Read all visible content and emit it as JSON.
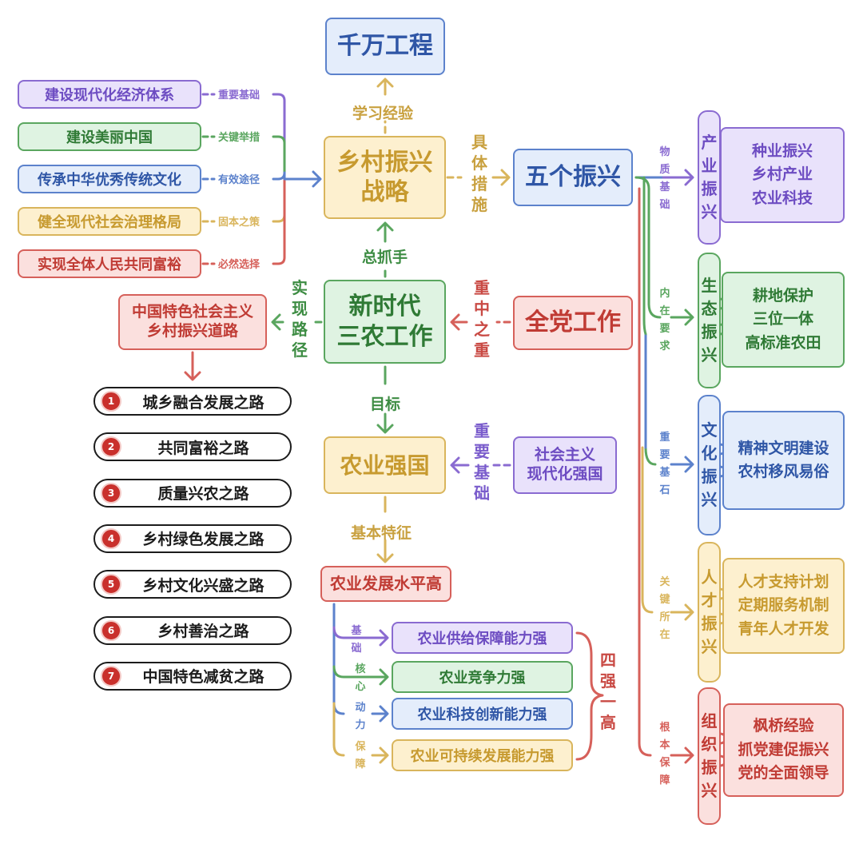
{
  "central": {
    "qianwan": "千万工程",
    "xiangcun": "乡村振兴\n战略",
    "wuge": "五个振兴",
    "xinshidai": "新时代\n三农工作",
    "quandang": "全党工作",
    "nongye_qiangguo": "农业强国",
    "shehui": "社会主义\n现代化强国",
    "daolu": "中国特色社会主义\n乡村振兴道路",
    "shuiping": "农业发展水平高"
  },
  "edge_labels": {
    "xuexi": "学习经验",
    "juti": "具体措施",
    "zongzhua": "总抓手",
    "zhongzhong": "重中之重",
    "shixian": "实现路径",
    "mubiao": "目标",
    "zhongyao": "重要基础",
    "jiben": "基本特征",
    "siqiang": "四强一高"
  },
  "left_items": [
    {
      "text": "建设现代化经济体系",
      "label": "重要基础",
      "color": "purple"
    },
    {
      "text": "建设美丽中国",
      "label": "关键举措",
      "color": "green"
    },
    {
      "text": "传承中华优秀传统文化",
      "label": "有效途径",
      "color": "blue"
    },
    {
      "text": "健全现代社会治理格局",
      "label": "固本之策",
      "color": "yellow"
    },
    {
      "text": "实现全体人民共同富裕",
      "label": "必然选择",
      "color": "red"
    }
  ],
  "paths": [
    {
      "num": "1",
      "text": "城乡融合发展之路"
    },
    {
      "num": "2",
      "text": "共同富裕之路"
    },
    {
      "num": "3",
      "text": "质量兴农之路"
    },
    {
      "num": "4",
      "text": "乡村绿色发展之路"
    },
    {
      "num": "5",
      "text": "乡村文化兴盛之路"
    },
    {
      "num": "6",
      "text": "乡村善治之路"
    },
    {
      "num": "7",
      "text": "中国特色减贫之路"
    }
  ],
  "qiang": [
    {
      "text": "农业供给保障能力强",
      "label": "基础",
      "color": "purple"
    },
    {
      "text": "农业竞争力强",
      "label": "核心",
      "color": "green"
    },
    {
      "text": "农业科技创新能力强",
      "label": "动力",
      "color": "blue"
    },
    {
      "text": "农业可持续发展能力强",
      "label": "保障",
      "color": "yellow"
    }
  ],
  "revitalizations": [
    {
      "name": "产业振兴",
      "label": "物质基础",
      "items": "种业振兴\n乡村产业\n农业科技",
      "color": "purple"
    },
    {
      "name": "生态振兴",
      "label": "内在要求",
      "items": "耕地保护\n三位一体\n高标准农田",
      "color": "green"
    },
    {
      "name": "文化振兴",
      "label": "重要基石",
      "items": "精神文明建设\n农村移风易俗",
      "color": "blue"
    },
    {
      "name": "人才振兴",
      "label": "关键所在",
      "items": "人才支持计划\n定期服务机制\n青年人才开发",
      "color": "yellow"
    },
    {
      "name": "组织振兴",
      "label": "根本保障",
      "items": "枫桥经验\n抓党建促振兴\n党的全面领导",
      "color": "red"
    }
  ],
  "colors": {
    "purple": "#8a6bd1",
    "green": "#5aa65f",
    "blue": "#5c82cc",
    "yellow": "#d9b55c",
    "red": "#d6605a",
    "ink": "#1c1c1c"
  }
}
